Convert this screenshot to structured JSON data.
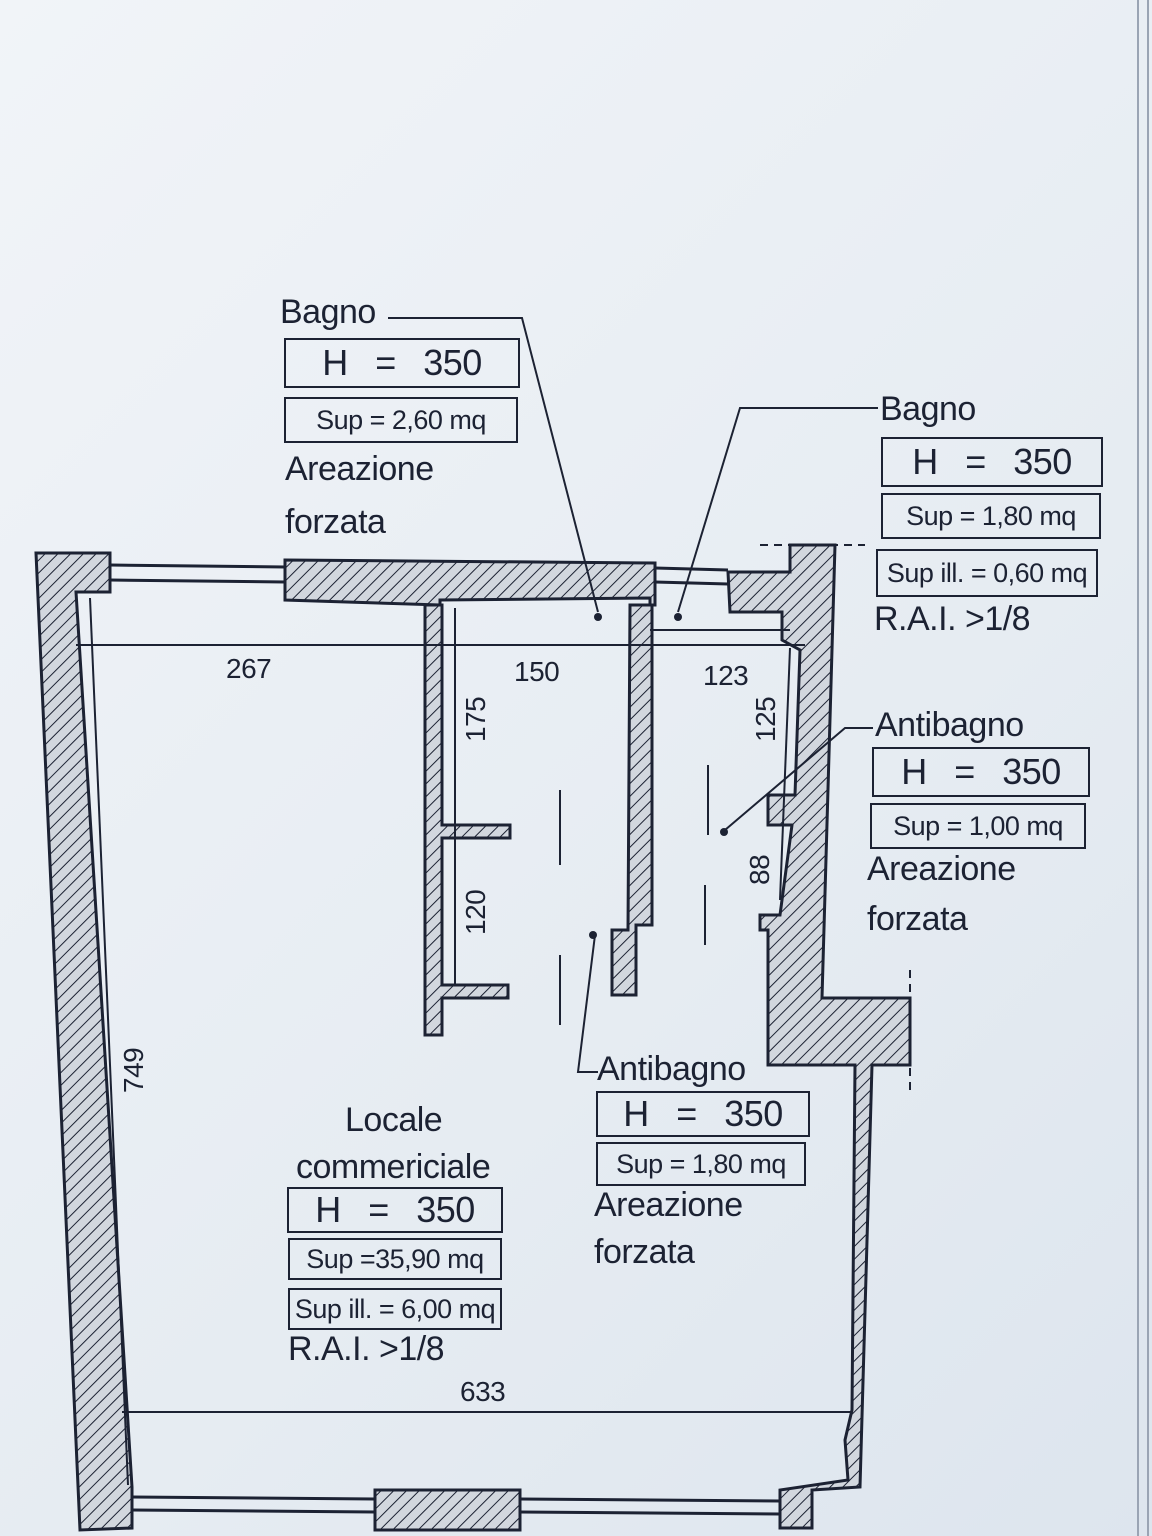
{
  "rooms": {
    "bagno_left": {
      "name": "Bagno",
      "height": "H = 350",
      "area": "Sup = 2,60 mq",
      "note1": "Areazione",
      "note2": "forzata"
    },
    "bagno_right": {
      "name": "Bagno",
      "height": "H = 350",
      "area": "Sup = 1,80 mq",
      "lit_area": "Sup ill. = 0,60 mq",
      "rai": "R.A.I. >1/8"
    },
    "antibagno_right": {
      "name": "Antibagno",
      "height": "H = 350",
      "area": "Sup = 1,00 mq",
      "note1": "Areazione",
      "note2": "forzata"
    },
    "antibagno_center": {
      "name": "Antibagno",
      "height": "H = 350",
      "area": "Sup = 1,80 mq",
      "note1": "Areazione",
      "note2": "forzata"
    },
    "locale": {
      "name1": "Locale",
      "name2": "commericiale",
      "height": "H = 350",
      "area": "Sup =35,90 mq",
      "lit_area": "Sup ill. = 6,00 mq",
      "rai": "R.A.I. >1/8"
    }
  },
  "dimensions": {
    "d267": "267",
    "d150": "150",
    "d123": "123",
    "d175": "175",
    "d125": "125",
    "d120": "120",
    "d88": "88",
    "d749": "749",
    "d633": "633"
  },
  "colors": {
    "ink": "#1c2233",
    "hatch_bg": "#c9ced6"
  }
}
